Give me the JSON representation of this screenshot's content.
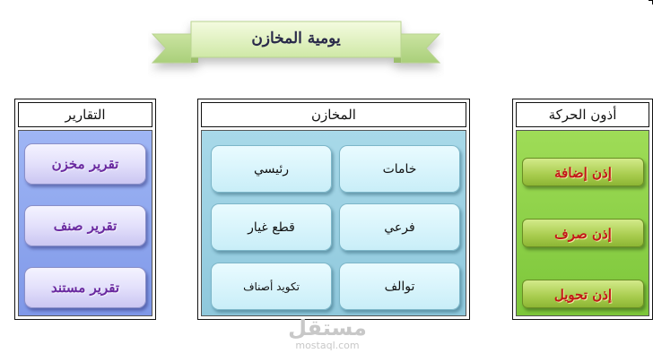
{
  "title": "يومية المخازن",
  "panels": {
    "reports": {
      "header": "التقارير",
      "buttons": [
        "تقرير مخزن",
        "تقرير صنف",
        "تقرير مستند"
      ]
    },
    "stores": {
      "header": "المخازن",
      "buttons": [
        "رئيسي",
        "خامات",
        "قطع غيار",
        "فرعي",
        "تكويد أصناف",
        "توالف"
      ]
    },
    "movements": {
      "header": "أذون الحركة",
      "buttons": [
        "إذن إضافة",
        "إذن صرف",
        "إذن تحويل"
      ]
    }
  },
  "watermark": {
    "main": "مستقل",
    "sub": "mostaql.com"
  },
  "colors": {
    "reports_bg": "#8fa8ef",
    "stores_bg": "#9cd0e3",
    "movements_bg": "#8cd14a",
    "report_text": "#6a2aa0",
    "movement_text": "#c21818"
  }
}
